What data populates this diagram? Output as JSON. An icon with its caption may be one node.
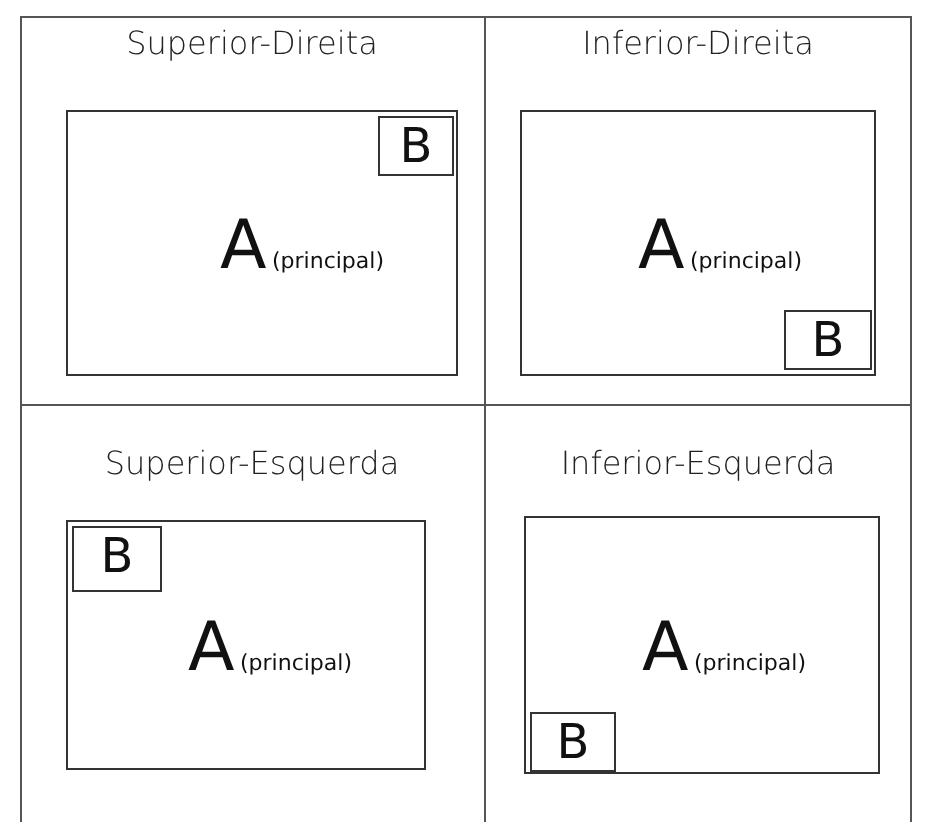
{
  "diagram": {
    "nodes": [
      {
        "text": [
          "Superior-Direita",
          "A",
          "(principal)"
        ]
      },
      {
        "text": [
          "B"
        ],
        "in": 0
      },
      {
        "text": [
          "Inferior-Direita",
          "A",
          "(principal)"
        ]
      },
      {
        "text": [
          "B"
        ],
        "in": 2
      },
      {
        "text": [
          "Superior-Esquerda",
          "A",
          "(principal)"
        ]
      },
      {
        "text": [
          "B"
        ],
        "in": 4
      },
      {
        "text": [
          "Inferior-Esquerda",
          "A",
          "(principal)"
        ]
      },
      {
        "text": [
          "B"
        ],
        "in": 6
      }
    ]
  }
}
